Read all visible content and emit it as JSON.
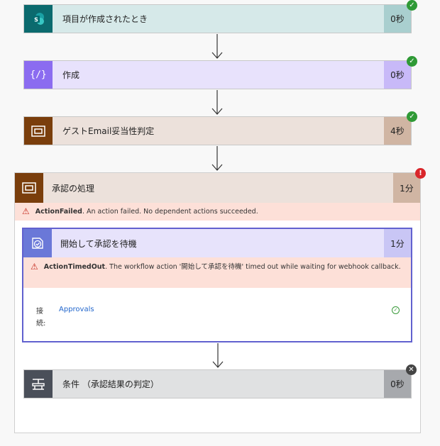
{
  "steps": [
    {
      "title": "項目が作成されたとき",
      "duration": "0秒",
      "status": "success"
    },
    {
      "title": "作成",
      "duration": "0秒",
      "status": "success"
    },
    {
      "title": "ゲストEmail妥当性判定",
      "duration": "4秒",
      "status": "success"
    }
  ],
  "scope": {
    "title": "承認の処理",
    "duration": "1分",
    "status": "error",
    "error_code": "ActionFailed",
    "error_message": ". An action failed. No dependent actions succeeded.",
    "inner": {
      "title": "開始して承認を待機",
      "duration": "1分",
      "error_code": "ActionTimedOut",
      "error_message": ". The workflow action '開始して承認を待機' timed out while waiting for webhook callback.",
      "connection_label": "接続:",
      "connection_value": "Approvals"
    },
    "condition": {
      "title": "条件 （承認結果の判定）",
      "duration": "0秒",
      "status": "skipped"
    }
  },
  "colors": {
    "sharepoint": "#0b6a6e",
    "sharepoint_bg": "#d6e9e9",
    "sharepoint_dur": "#a9cfcf",
    "compose": "#8b6cf0",
    "compose_bg": "#e8e2fc",
    "compose_dur": "#c8b9f8",
    "scope": "#7a3e0c",
    "scope_bg": "#ece1db",
    "scope_dur": "#d0b5a3",
    "condition": "#4a4f59",
    "condition_bg": "#e0e1e2",
    "condition_dur": "#a7a9ad",
    "success": "#2f9a36",
    "error": "#d9262b",
    "skipped": "#444444"
  }
}
